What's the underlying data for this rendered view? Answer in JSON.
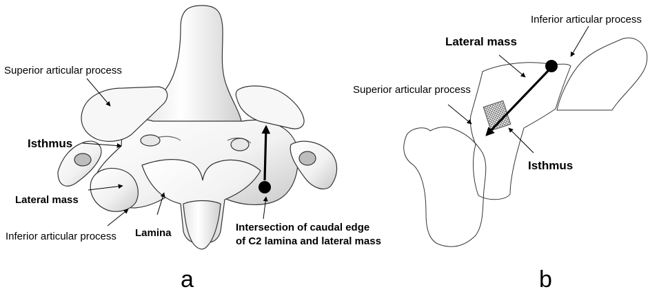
{
  "panel_a": {
    "panel_label": "a",
    "labels": {
      "superior_articular_process": "Superior articular process",
      "isthmus": "Isthmus",
      "lateral_mass": "Lateral mass",
      "inferior_articular_process": "Inferior articular process",
      "lamina": "Lamina",
      "intersection_line1": "Intersection of caudal edge",
      "intersection_line2": "of C2 lamina and lateral mass"
    }
  },
  "panel_b": {
    "panel_label": "b",
    "labels": {
      "inferior_articular_process": "Inferior articular process",
      "lateral_mass": "Lateral mass",
      "superior_articular_process": "Superior articular process",
      "isthmus": "Isthmus"
    }
  }
}
